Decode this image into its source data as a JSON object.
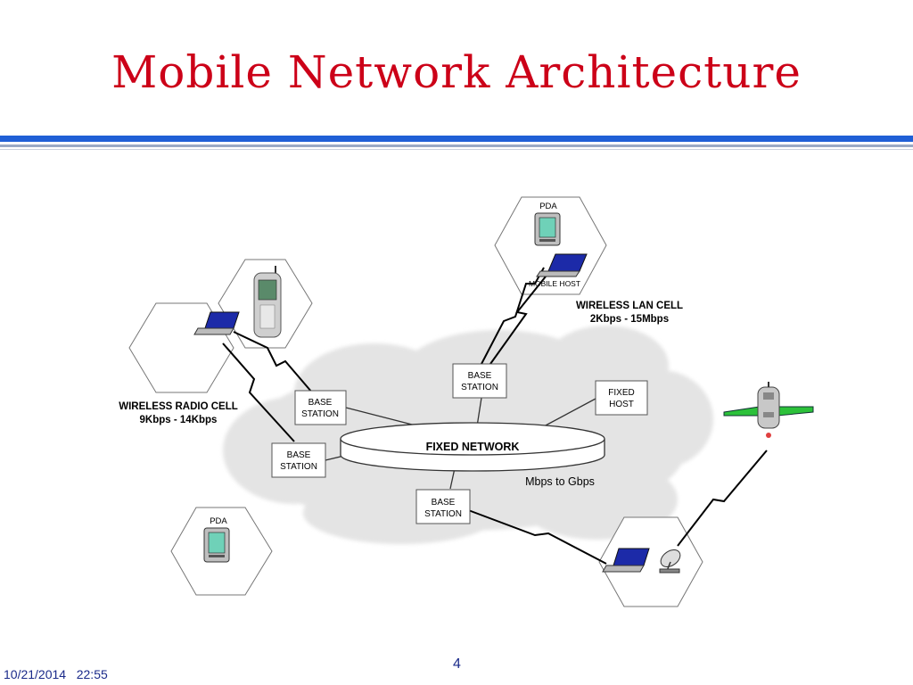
{
  "slide": {
    "title": "Mobile Network Architecture",
    "footer_date": "10/21/2014   22:55",
    "page_number": "4"
  },
  "diagram": {
    "fixed_network": "FIXED NETWORK",
    "fixed_network_speed": "Mbps to Gbps",
    "base_station_line1": "BASE",
    "base_station_line2": "STATION",
    "fixed_host_line1": "FIXED",
    "fixed_host_line2": "HOST",
    "wireless_lan_cell": "WIRELESS LAN CELL",
    "wireless_lan_speed": "2Kbps - 15Mbps",
    "wireless_radio_cell": "WIRELESS RADIO CELL",
    "wireless_radio_speed": "9Kbps - 14Kbps",
    "pda_top": "PDA",
    "pda_bottom": "PDA",
    "mobile_host": "MOBILE HOST"
  },
  "colors": {
    "title": "#cc0018",
    "rule": "#1f5fd6",
    "cloud": "#e6e6e6",
    "footer": "#1a2a8a"
  }
}
